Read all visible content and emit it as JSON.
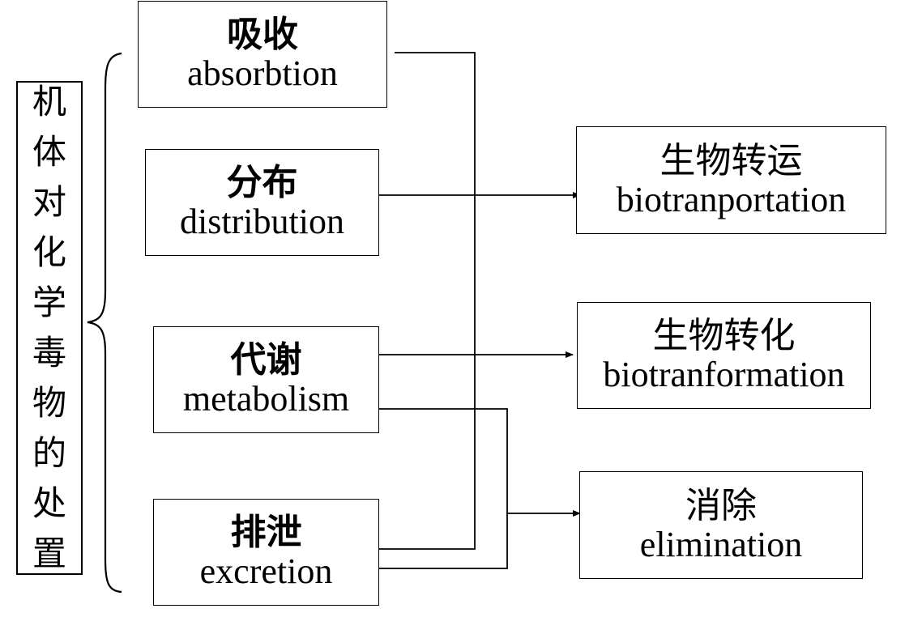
{
  "main_label": "机体对化学毒物的处置",
  "processes": {
    "absorption": {
      "zh": "吸收",
      "en": "absorbtion"
    },
    "distribution": {
      "zh": "分布",
      "en": "distribution"
    },
    "metabolism": {
      "zh": "代谢",
      "en": "metabolism"
    },
    "excretion": {
      "zh": "排泄",
      "en": "excretion"
    }
  },
  "outcomes": {
    "biotransportation": {
      "zh": "生物转运",
      "en": "biotranportation"
    },
    "biotransformation": {
      "zh": "生物转化",
      "en": "biotranformation"
    },
    "elimination": {
      "zh": "消除",
      "en": "elimination"
    }
  }
}
